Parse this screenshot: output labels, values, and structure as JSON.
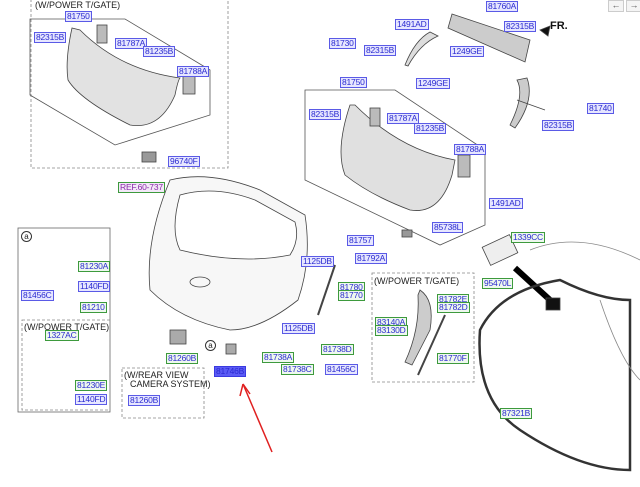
{
  "nav": {
    "back": "←",
    "forward": "→"
  },
  "direction": "FR.",
  "boxes": {
    "power_tgate_top": "(W/POWER T/GATE)",
    "power_tgate_a": "(W/POWER T/GATE)",
    "power_tgate_mid": "(W/POWER T/GATE)",
    "rear_camera_1": "(W/REAR VIEW",
    "rear_camera_2": "CAMERA SYSTEM)",
    "detail_a": "a",
    "callout_a": "a"
  },
  "ref": "REF.60-737",
  "highlighted_part": "81746B",
  "colors": {
    "blue_label": "#5a5ae6",
    "green_label": "#3d9a3d",
    "highlight": "#5b5bf5",
    "arrow": "#e02020"
  },
  "labels": {
    "t1": "81750",
    "t2": "82315B",
    "t3": "81787A",
    "t4": "81235B",
    "t5": "81788A",
    "t6": "96740F",
    "r1": "81760A",
    "r2": "1491AD",
    "r3": "82315B",
    "r4": "81730",
    "r5": "82315B",
    "r6": "1249GE",
    "m1": "81750",
    "m2": "1249GE",
    "m3": "82315B",
    "m4": "81787A",
    "m5": "81235B",
    "m6": "81788A",
    "m7": "1491AD",
    "m8": "85738L",
    "m9": "81757",
    "p1": "81740",
    "p2": "82315B",
    "p3": "1339CC",
    "p4": "95470L",
    "p5": "87321B",
    "a1": "81230A",
    "a2": "1140FD",
    "a3": "81456C",
    "a4": "81210",
    "a5": "1327AC",
    "a6": "81230E",
    "a7": "1140FD",
    "g1": "81260B",
    "g2": "81260B",
    "s1": "81792A",
    "s2": "1125DB",
    "s3": "81780",
    "s4": "81770",
    "s5": "1125DB",
    "s6": "81738D",
    "s7": "81738A",
    "s8": "81738C",
    "s9": "81456C",
    "w1": "81782E",
    "w2": "81782D",
    "w3": "83140A",
    "w4": "83130D",
    "w5": "81770F"
  }
}
